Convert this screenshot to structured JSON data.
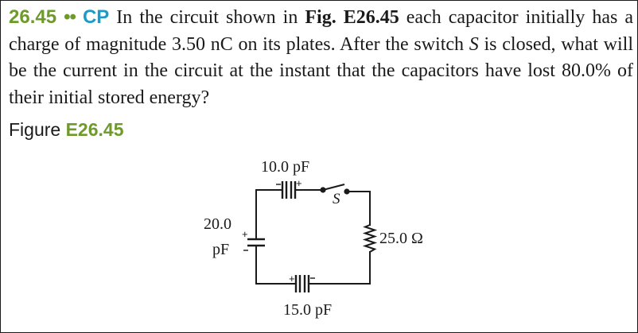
{
  "problem": {
    "number": "26.45",
    "difficulty": "••",
    "tag": "CP",
    "text_1": " In the circuit shown in ",
    "fig_ref": "Fig. E26.45",
    "text_2": " each capacitor initially has a charge of magnitude 3.50 nC on its plates. After the switch ",
    "switch_symbol": "S",
    "text_3": " is closed, what will be the current in the circuit at the instant that the capacitors have lost 80.0% of their initial stored energy?"
  },
  "figure": {
    "label": "Figure",
    "number": "E26.45"
  },
  "circuit": {
    "capacitor_top": "10.0 pF",
    "capacitor_left_value": "20.0",
    "capacitor_left_unit": "pF",
    "capacitor_bottom": "15.0 pF",
    "resistor": "25.0 Ω",
    "switch": "S",
    "plus_sign": "+"
  }
}
